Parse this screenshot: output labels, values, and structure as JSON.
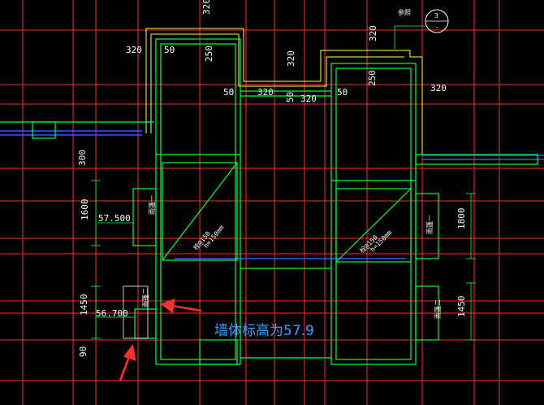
{
  "drawing": {
    "dimensions": {
      "top_320": "320",
      "d320_left": "320",
      "d50_left": "50",
      "d250_left": "250",
      "d320_mid_top": "320",
      "d320_mid": "320",
      "d50_mid_a": "50",
      "d50_mid_b": "50",
      "d320_mid_b": "320",
      "d50_mid_c": "50",
      "d250_right": "250",
      "d320_right": "320",
      "d320_right_top": "320",
      "d300_left": "300",
      "d1600": "1600",
      "d1450_left": "1450",
      "d90": "90",
      "d1800": "1800",
      "d1450_right": "1450"
    },
    "elevations": {
      "upper": "57.500",
      "lower": "56.700"
    },
    "labels": {
      "window_1_left": "雨篷一",
      "window_1_right": "雨篷一",
      "window_2_left": "雨篷二",
      "window_2_right": "雨篷二",
      "shaft_left_a": "栓@150 ",
      "shaft_left_b": "h=150mm",
      "shaft_right_a": "栓@150",
      "shaft_right_b": "h=150mm",
      "section_tag": "3",
      "section_sub": "-",
      "ref_tag": "参照"
    },
    "annotation": "墙体标高为57.9",
    "colors": {
      "background": "#000000",
      "grid_red": "#ff2a2a",
      "wall_green": "#00ff3c",
      "wall_yellow": "#ffff3c",
      "pipe_blue": "#3a54ff",
      "annotation_blue": "#3aa0ff",
      "arrow_red": "#ff3030"
    }
  }
}
